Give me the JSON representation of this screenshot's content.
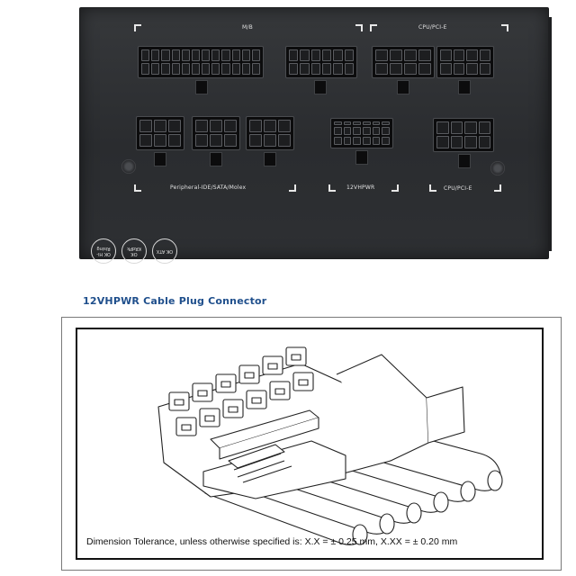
{
  "psu_panel": {
    "labels": {
      "mb": "M/B",
      "cpu_pcie_top": "CPU/PCI-E",
      "peripheral": "Peripheral-IDE/SATA/Molex",
      "vhpwr": "12VHPWR",
      "cpu_pcie_bottom": "CPU/PCI-E"
    },
    "badges": [
      "OK Hi-Rising",
      "OK KRdPk",
      "OK ATX"
    ]
  },
  "diagram": {
    "title": "12VHPWR Cable Plug Connector",
    "tolerance_note": "Dimension Tolerance, unless otherwise specified is:  X.X = ± 0.25 mm, X.XX = ± 0.20 mm"
  },
  "colors": {
    "title_blue": "#1f4f8c",
    "panel_dark": "#2e3033"
  }
}
